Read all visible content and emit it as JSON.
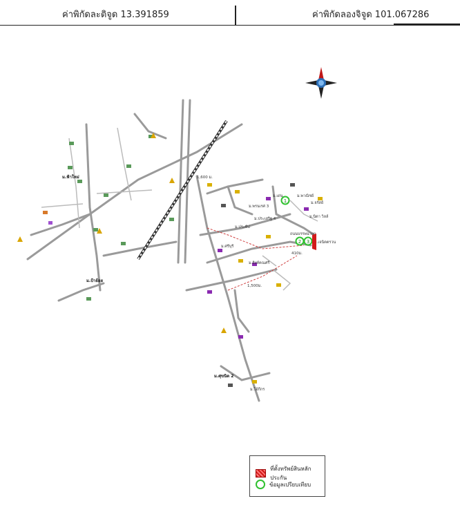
{
  "header": {
    "latitude_text": "ค่าพิกัดละติจูด 13.391859",
    "longitude_text": "ค่าพิกัดลองจิจูด 101.067286"
  },
  "map": {
    "labels": {
      "village_top_left": "ม.ฟ้าใหม่",
      "village_bottom_left": "ม.ป้าย้อย",
      "village_right_1": "ม.เด่น",
      "village_right_2": "ม.พาณิชย์",
      "village_right_3": "ม.พรนเรศ 3",
      "village_right_4": "ม.ประเสริฐ 4",
      "village_right_5": "ม.จรัสย์",
      "village_right_6": "ม.นิตา วิลล์",
      "village_center_1": "ม.ศรีบุรี",
      "village_center_2": "ม.สิงห์คณศรี",
      "village_center_3": "ม.ประทีป",
      "village_south_1": "ม.ศุขนิต 2",
      "village_south_2": "ม.โอ้กีกร",
      "site_label": "ม.เจนิตตรวน",
      "dist_1": "1,600 ม.",
      "dist_2": "1,500ม.",
      "dist_3": "410ม.",
      "road_main": "ถนนบรรพนายก"
    },
    "marker_numbers": [
      "1",
      "2",
      "3"
    ],
    "colors": {
      "road": "#9a9a9a",
      "rail": "#333333",
      "site_red": "#d21a1a",
      "marker_green": "#2fc12f",
      "dashed_line": "#d04040"
    }
  },
  "compass": {
    "icon": "compass-rose-icon"
  },
  "legend": {
    "site_label": "ที่ตั้งทรัพย์สินหลักประกัน",
    "comparable_label": "ข้อมูลเปรียบเทียบ"
  }
}
